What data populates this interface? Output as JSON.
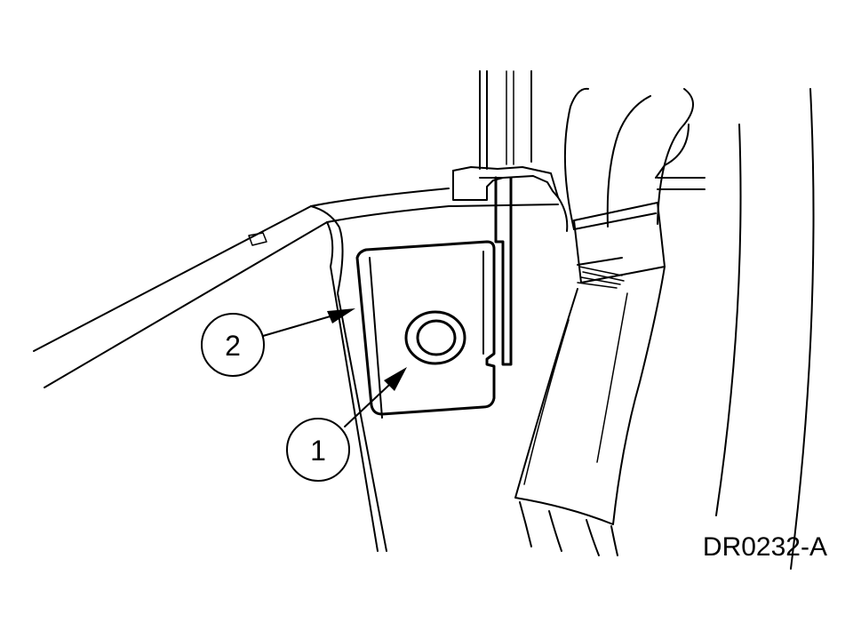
{
  "figure": {
    "id_label": "DR0232-A"
  },
  "callouts": [
    {
      "number": "1",
      "target": "bolt"
    },
    {
      "number": "2",
      "target": "bracket"
    }
  ]
}
